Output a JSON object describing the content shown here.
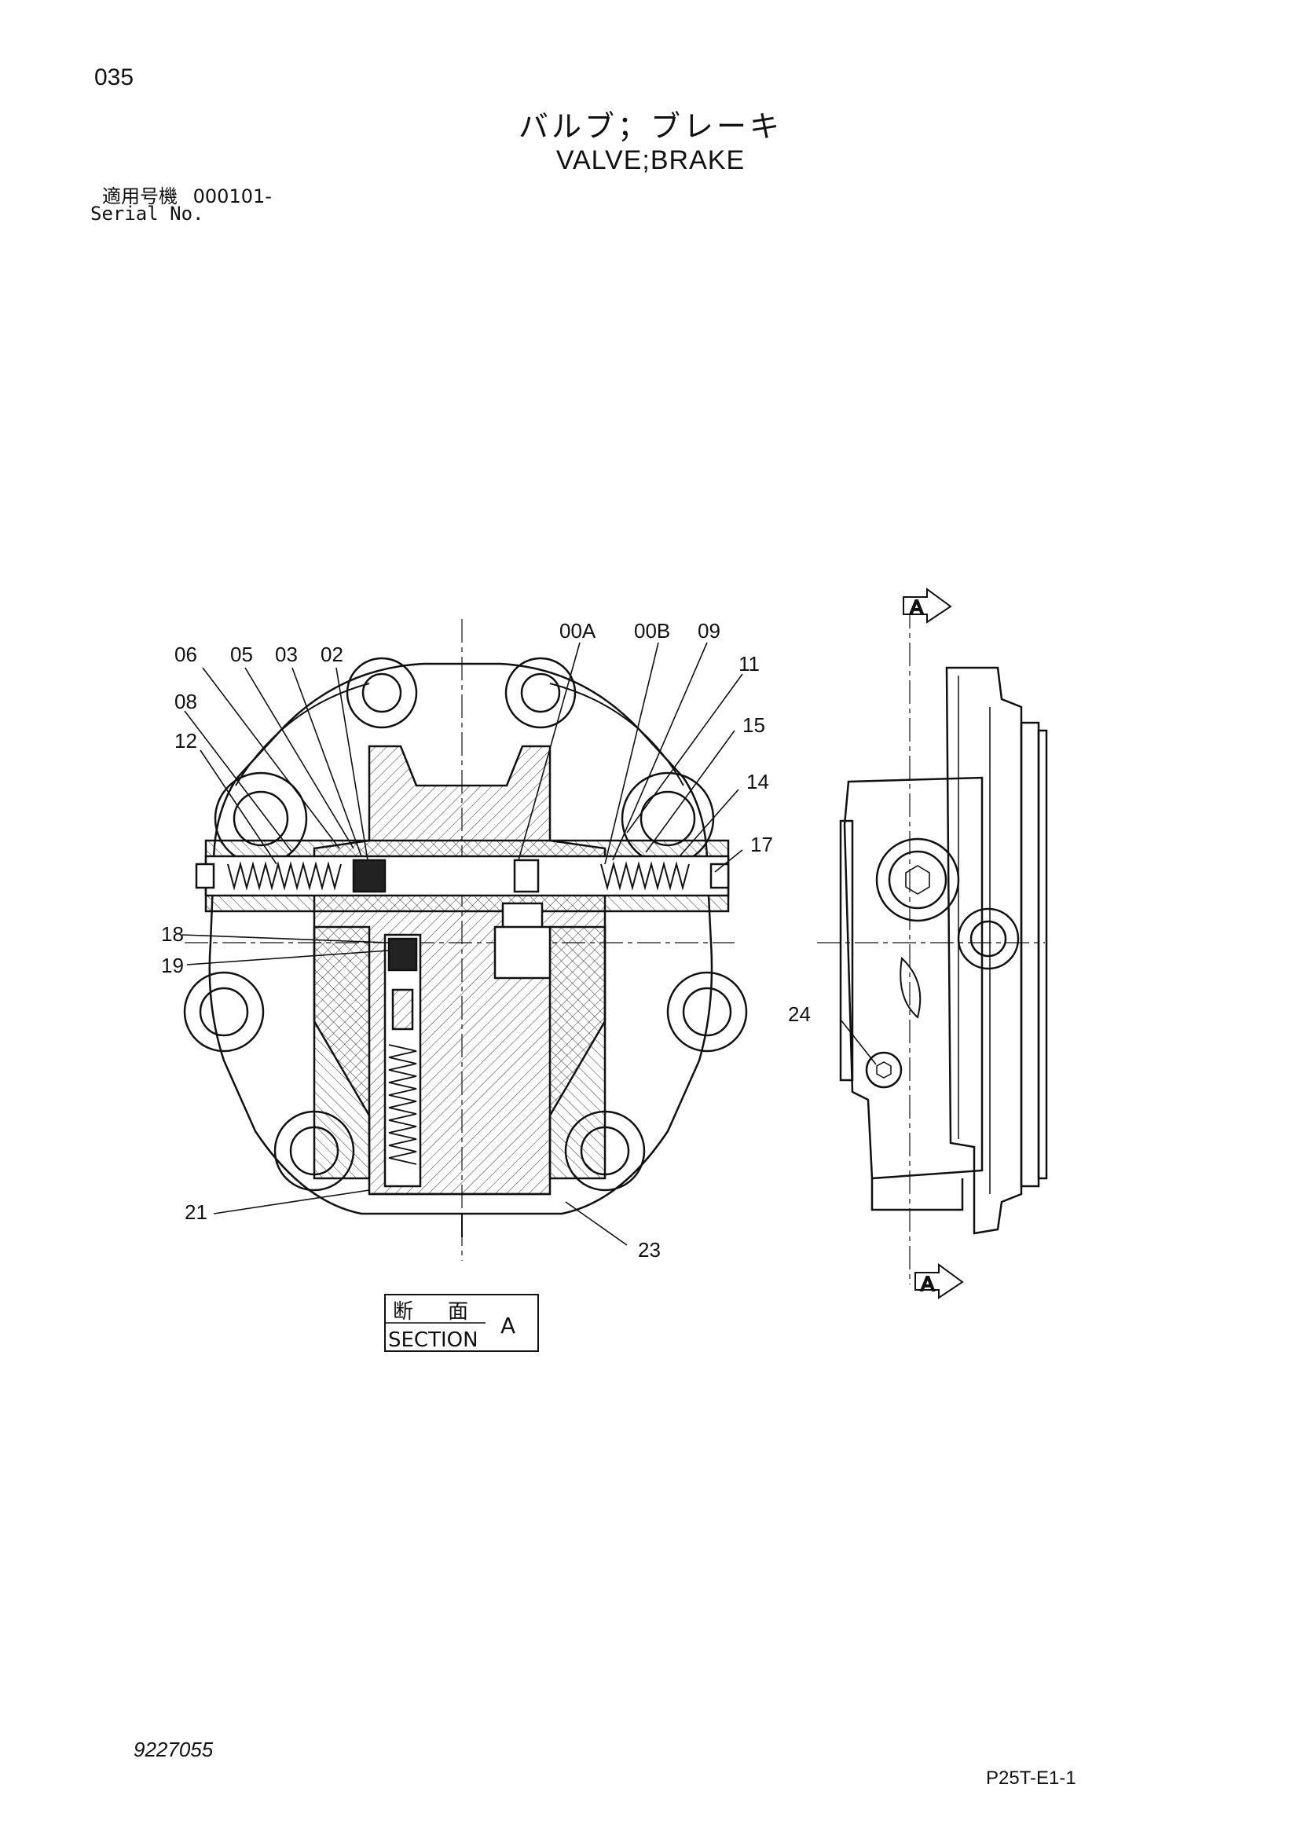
{
  "header": {
    "page_number": "035",
    "title_jp": "バルブ；ブレーキ",
    "title_en": "VALVE;BRAKE",
    "serial_label_jp": "適用号機",
    "serial_value": "000101-",
    "serial_label_en": "Serial No."
  },
  "diagram": {
    "part_labels": [
      "06",
      "05",
      "03",
      "02",
      "00A",
      "00B",
      "09",
      "11",
      "08",
      "15",
      "12",
      "14",
      "17",
      "18",
      "19",
      "24",
      "21",
      "23"
    ],
    "section_marker": "A",
    "section_box": {
      "jp_1": "断",
      "jp_2": "面",
      "en": "SECTION",
      "letter": "A"
    }
  },
  "footer": {
    "drawing_number": "9227055",
    "sheet_code": "P25T-E1-1"
  }
}
